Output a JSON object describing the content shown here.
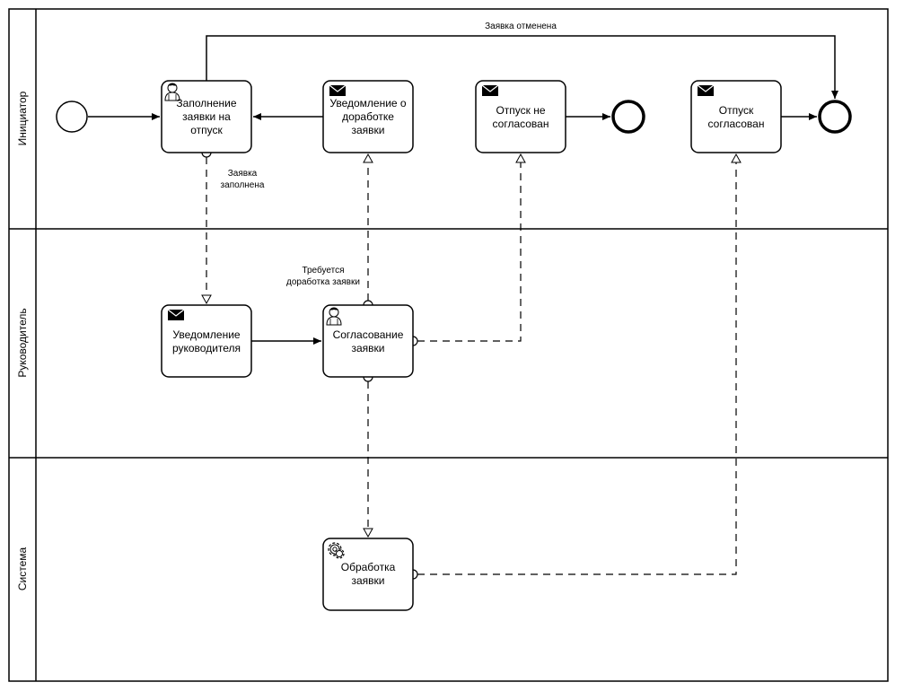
{
  "lanes": [
    {
      "id": "initiator",
      "title": "Инициатор"
    },
    {
      "id": "manager",
      "title": "Руководитель"
    },
    {
      "id": "system",
      "title": "Система"
    }
  ],
  "tasks": {
    "fill_request": {
      "line1": "Заполнение",
      "line2": "заявки на",
      "line3": "отпуск",
      "icon": "user-icon"
    },
    "notify_rework": {
      "line1": "Уведомление о",
      "line2": "доработке",
      "line3": "заявки",
      "icon": "envelope-icon"
    },
    "not_approved": {
      "line1": "Отпуск не",
      "line2": "согласован",
      "icon": "envelope-icon"
    },
    "approved": {
      "line1": "Отпуск",
      "line2": "согласован",
      "icon": "envelope-icon"
    },
    "notify_manager": {
      "line1": "Уведомление",
      "line2": "руководителя",
      "icon": "envelope-icon"
    },
    "approve_request": {
      "line1": "Согласование",
      "line2": "заявки",
      "icon": "user-icon"
    },
    "process_request": {
      "line1": "Обработка",
      "line2": "заявки",
      "icon": "gear-icon"
    }
  },
  "edge_labels": {
    "cancelled": "Заявка отменена",
    "filled_line1": "Заявка",
    "filled_line2": "заполнена",
    "rework_line1": "Требуется",
    "rework_line2": "доработка заявки"
  }
}
